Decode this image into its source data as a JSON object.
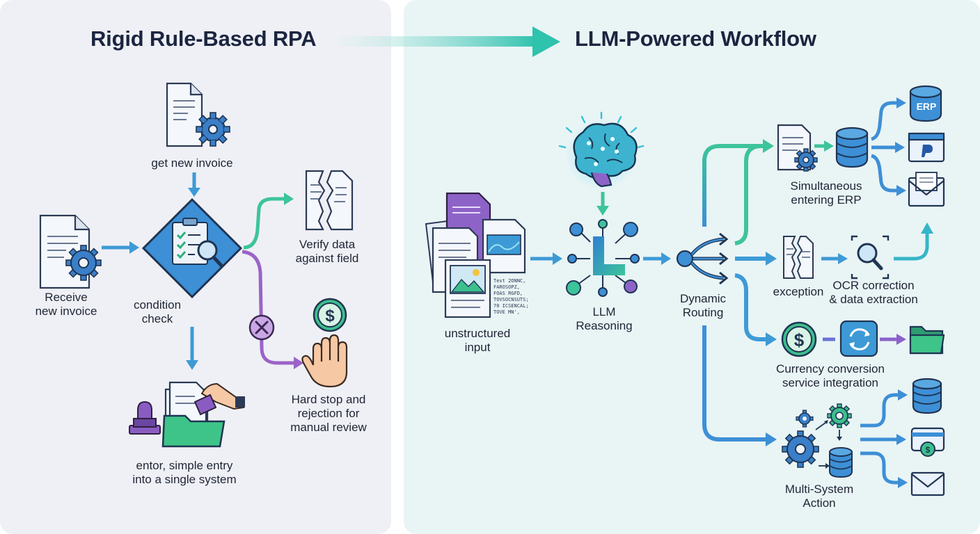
{
  "left_panel": {
    "title": "Rigid Rule-Based RPA",
    "nodes": {
      "get_new_invoice": [
        "get new invoice"
      ],
      "receive_new_invoice": [
        "Receive",
        "new invoice"
      ],
      "condition_check": [
        "condition",
        "check"
      ],
      "verify_data": [
        "Verify data",
        "against field"
      ],
      "hard_stop": [
        "Hard stop and",
        "rejection for",
        "manual review"
      ],
      "simple_entry": [
        "entor, simple entry",
        "into a single system"
      ]
    }
  },
  "right_panel": {
    "title": "LLM-Powered Workflow",
    "nodes": {
      "unstructured_input": [
        "unstructured",
        "input"
      ],
      "llm_reasoning": [
        "LLM",
        "Reasoning"
      ],
      "dynamic_routing": [
        "Dynamic",
        "Routing"
      ],
      "simultaneous_erp": [
        "Simultaneous",
        "entering ERP"
      ],
      "exception": [
        "exception"
      ],
      "ocr_correction": [
        "OCR correction",
        "& data extraction"
      ],
      "currency_conversion": [
        "Currency conversion",
        "service integration"
      ],
      "multi_system_action": [
        "Multi-System",
        "Action"
      ]
    },
    "erp_badge": "ERP",
    "doc_snippet": [
      "Text 2ONNC,",
      "FAROSOPZ,",
      "FOAS RGFD,",
      "TOVSOCNSUTS;",
      "70 ICSENCAL;",
      "TOVE MN',"
    ]
  },
  "colors": {
    "blue_arrow": "#3d9ad6",
    "green_arrow": "#3dbf8e",
    "purple_arrow": "#9b63c8",
    "teal_arrow": "#35b5b8",
    "title": "#1b2540"
  }
}
